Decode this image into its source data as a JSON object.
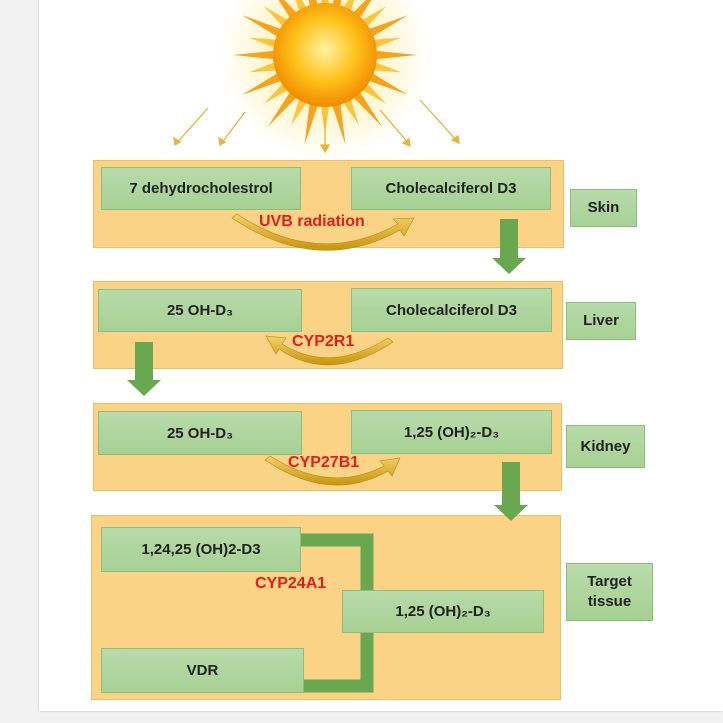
{
  "skin": {
    "left_box": "7 dehydrocholestrol",
    "right_box": "Cholecalciferol D3",
    "enzyme": "UVB radiation",
    "label": "Skin"
  },
  "liver": {
    "left_box": "25 OH-D₃",
    "right_box": "Cholecalciferol D3",
    "enzyme": "CYP2R1",
    "label": "Liver"
  },
  "kidney": {
    "left_box": "25 OH-D₃",
    "right_box": "1,25 (OH)₂-D₃",
    "enzyme": "CYP27B1",
    "label": "Kidney"
  },
  "target": {
    "top_box": "1,24,25 (OH)2-D3",
    "middle_box": "1,25 (OH)₂-D₃",
    "bottom_box": "VDR",
    "enzyme": "CYP24A1",
    "label_line1": "Target",
    "label_line2": "tissue"
  },
  "colors": {
    "panel": "#fbd387",
    "box": "#a9d18e",
    "arrow_green": "#6aa84f",
    "enzyme_red": "#e0201b",
    "curve_arrow": "#d9a514"
  },
  "icons": [
    "sun-icon"
  ]
}
